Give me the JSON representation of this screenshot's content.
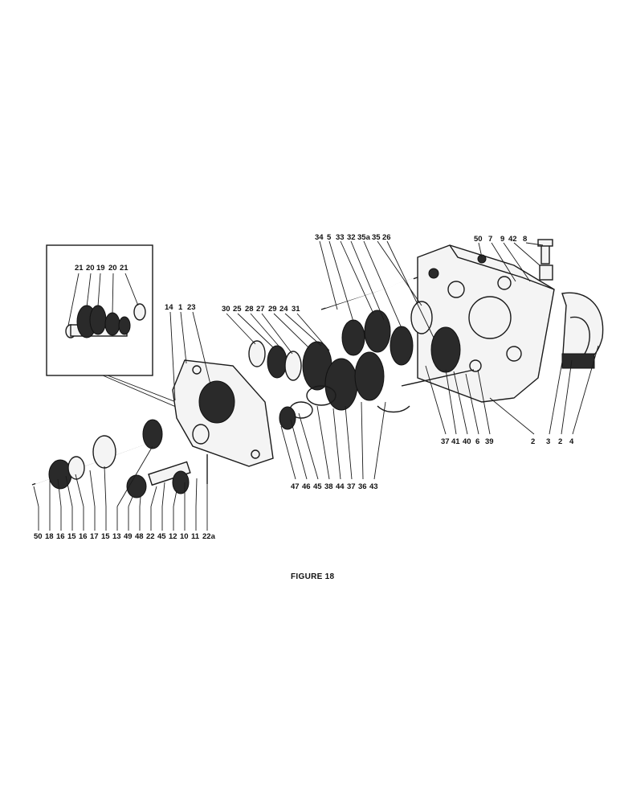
{
  "figure": {
    "caption": "FIGURE 18",
    "inset_callouts": [
      "21",
      "20",
      "19",
      "20",
      "21"
    ],
    "callouts": {
      "group_top_right_a": [
        "34",
        "5",
        "33",
        "32",
        "35a",
        "35",
        "26"
      ],
      "group_top_right_b": [
        "50",
        "7",
        "9",
        "42",
        "8"
      ],
      "group_mid_left": [
        "14",
        "1",
        "23"
      ],
      "group_mid_center": [
        "30",
        "25",
        "28",
        "27",
        "29",
        "24",
        "31"
      ],
      "group_bottom_right_a": [
        "37",
        "41",
        "40",
        "6",
        "39"
      ],
      "group_bottom_right_b": [
        "2",
        "3",
        "2",
        "4"
      ],
      "group_bottom_center": [
        "47",
        "46",
        "45",
        "38",
        "44",
        "37",
        "36",
        "43"
      ],
      "group_bottom_left": [
        "50",
        "18",
        "16",
        "15",
        "16",
        "17",
        "15",
        "13",
        "49",
        "48",
        "22",
        "45",
        "12",
        "10",
        "11",
        "22a"
      ]
    }
  }
}
